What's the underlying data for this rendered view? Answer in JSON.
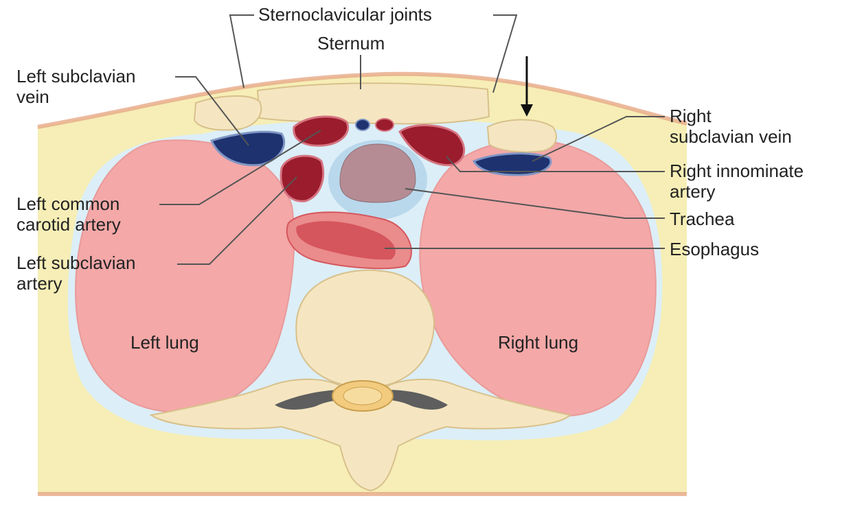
{
  "colors": {
    "skin": "#f6eeb6",
    "skin_edge": "#e7a987",
    "pleura": "#dceef7",
    "lung": "#f4a8a8",
    "lung_edge": "#e99a9a",
    "bone": "#f5e6c1",
    "bone_edge": "#d8c08b",
    "vein": "#1e3270",
    "artery": "#9a1c2d",
    "trachea": "#b58c94",
    "trachea_ring": "#b9d8ec",
    "esophagus": "#d5565c",
    "esophagus_light": "#ea8b8c",
    "cord_band": "#5e5e5e",
    "leader_line": "#555555",
    "text": "#222222"
  },
  "labels": {
    "sternoclavicular_joints": "Sternoclavicular joints",
    "sternum": "Sternum",
    "left_subclavian_vein": "Left subclavian\nvein",
    "left_common_carotid_artery": "Left common\ncarotid artery",
    "left_subclavian_artery": "Left subclavian\nartery",
    "right_subclavian_vein": "Right\nsubclavian vein",
    "right_innominate_artery": "Right innominate\nartery",
    "trachea": "Trachea",
    "esophagus": "Esophagus",
    "left_lung": "Left lung",
    "right_lung": "Right lung"
  },
  "icons": {
    "arrow": "down-arrow-icon"
  }
}
